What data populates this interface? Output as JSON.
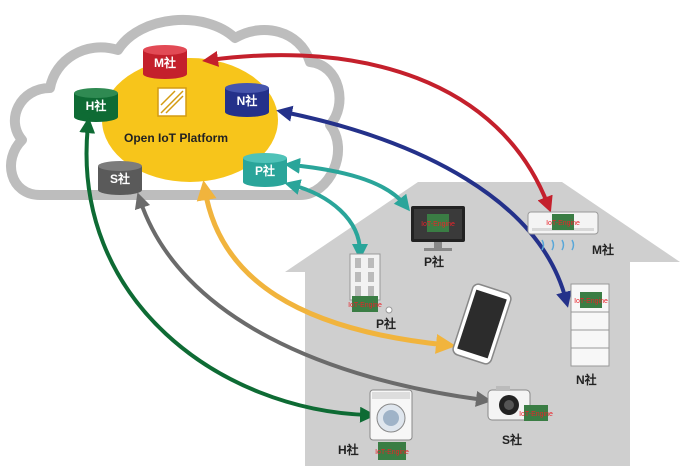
{
  "platform": {
    "title": "Open IoT Platform"
  },
  "clouds": [
    {
      "id": "m",
      "label": "M社",
      "color": "#c4202c"
    },
    {
      "id": "h",
      "label": "H社",
      "color": "#0e6b34"
    },
    {
      "id": "n",
      "label": "N社",
      "color": "#24318a"
    },
    {
      "id": "s",
      "label": "S社",
      "color": "#5a5a5a"
    },
    {
      "id": "p",
      "label": "P社",
      "color": "#2aa59a"
    }
  ],
  "devices": {
    "tv": {
      "label": "P社"
    },
    "aircon": {
      "label": "M社"
    },
    "switch": {
      "label": "P社"
    },
    "fridge": {
      "label": "N社"
    },
    "camera": {
      "label": "S社"
    },
    "washer": {
      "label": "H社"
    }
  },
  "chip": {
    "label": "IoT-Engine",
    "sub": "###"
  },
  "colors": {
    "house": "#cfcfcf",
    "yellow_blob": "#f7c51b",
    "arrow_yellow": "#f1b43d",
    "arrow_gray": "#6b6b6b",
    "chip_green": "#3a7d44",
    "chip_text": "#e8232a"
  }
}
